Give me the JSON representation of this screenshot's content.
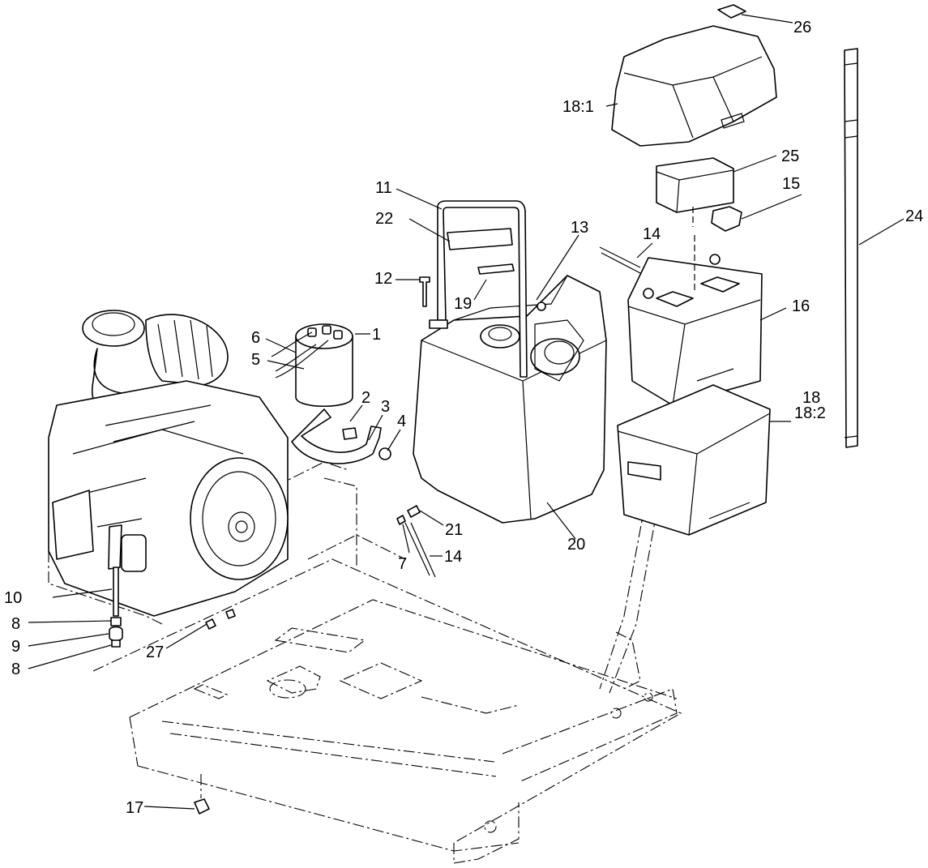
{
  "callouts": [
    {
      "id": "c1",
      "label": "1"
    },
    {
      "id": "c2",
      "label": "2"
    },
    {
      "id": "c3",
      "label": "3"
    },
    {
      "id": "c4",
      "label": "4"
    },
    {
      "id": "c5",
      "label": "5"
    },
    {
      "id": "c6",
      "label": "6"
    },
    {
      "id": "c7",
      "label": "7"
    },
    {
      "id": "c8a",
      "label": "8"
    },
    {
      "id": "c8b",
      "label": "8"
    },
    {
      "id": "c9",
      "label": "9"
    },
    {
      "id": "c10",
      "label": "10"
    },
    {
      "id": "c11",
      "label": "11"
    },
    {
      "id": "c12",
      "label": "12"
    },
    {
      "id": "c13",
      "label": "13"
    },
    {
      "id": "c14a",
      "label": "14"
    },
    {
      "id": "c14b",
      "label": "14"
    },
    {
      "id": "c15",
      "label": "15"
    },
    {
      "id": "c16",
      "label": "16"
    },
    {
      "id": "c17",
      "label": "17"
    },
    {
      "id": "c18",
      "label": "18"
    },
    {
      "id": "c18_1",
      "label": "18:1"
    },
    {
      "id": "c18_2",
      "label": "18:2"
    },
    {
      "id": "c19",
      "label": "19"
    },
    {
      "id": "c20",
      "label": "20"
    },
    {
      "id": "c21",
      "label": "21"
    },
    {
      "id": "c22",
      "label": "22"
    },
    {
      "id": "c24",
      "label": "24"
    },
    {
      "id": "c25",
      "label": "25"
    },
    {
      "id": "c26",
      "label": "26"
    },
    {
      "id": "c27",
      "label": "27"
    }
  ],
  "parts": {
    "engine": "engine-icon",
    "fuel_filter": "fuel-filter-icon",
    "fuel_tank": "fuel-tank-icon",
    "battery": "battery-icon",
    "battery_box": "battery-box-icon",
    "battery_cover": "battery-cover-icon",
    "frame": "frame-icon",
    "strap": "strap-icon"
  }
}
